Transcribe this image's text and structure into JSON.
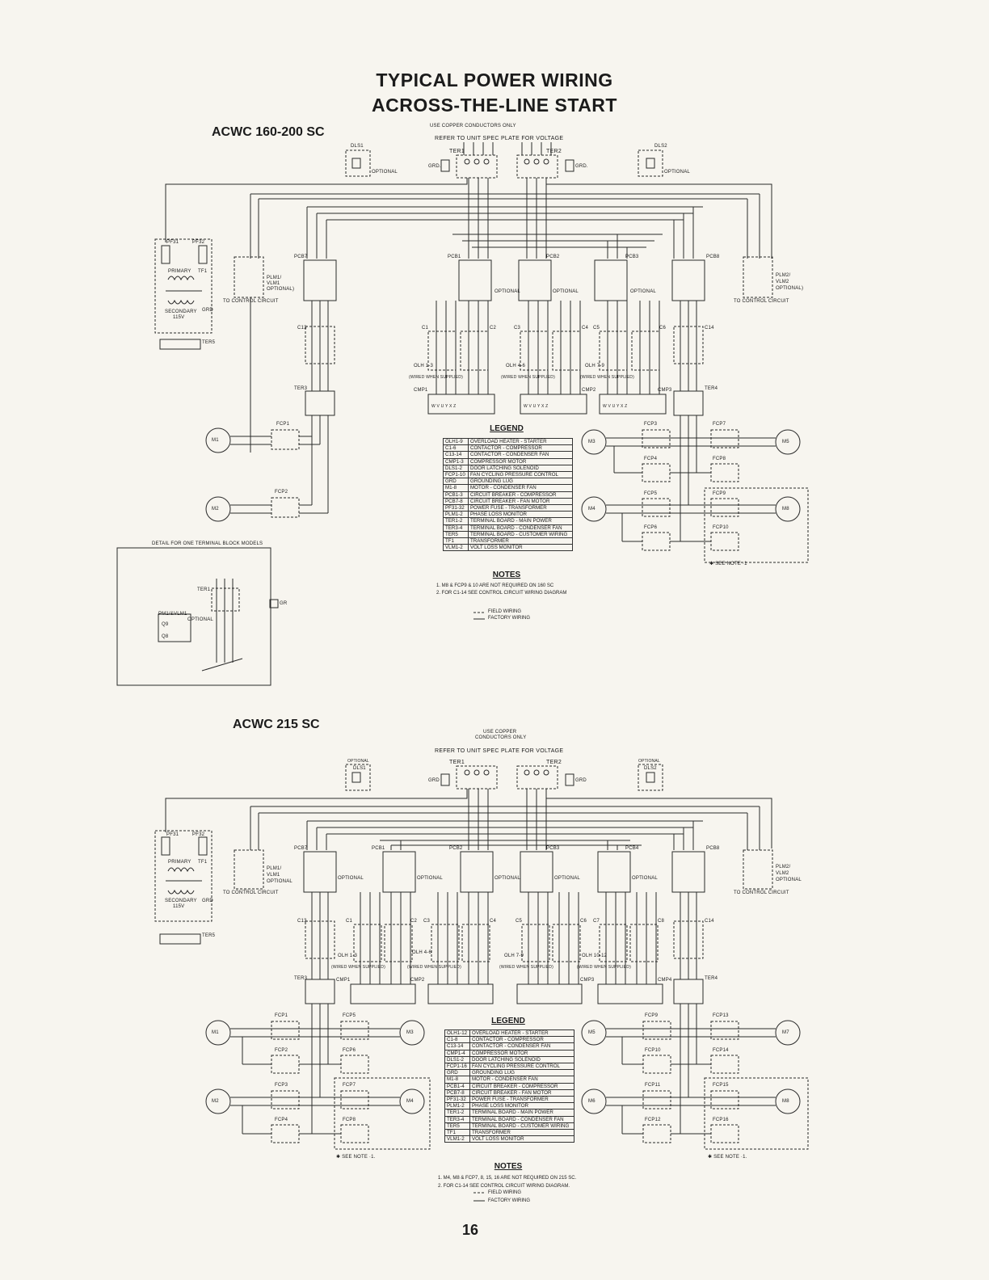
{
  "page": {
    "title_line1": "TYPICAL POWER WIRING",
    "title_line2": "ACROSS-THE-LINE START",
    "page_number": "16"
  },
  "diagram1": {
    "model": "ACWC 160-200 SC",
    "supply_note1": "USE COPPER CONDUCTORS ONLY",
    "supply_note2": "REFER TO UNIT SPEC PLATE FOR VOLTAGE",
    "labels": {
      "dls1": "DLS1",
      "dls2": "DLS2",
      "optional": "OPTIONAL",
      "ter1": "TER1",
      "ter2": "TER2",
      "grd": "GRD.",
      "pf31": "PF31",
      "pf32": "PF32",
      "primary": "PRIMARY",
      "tf1": "TF1",
      "secondary": "SECONDARY",
      "v115": "115V",
      "grd_tf": "GRD",
      "ter5": "TER5",
      "plm1": "PLM1/",
      "vlm1": "VLM1",
      "plm1_opt": "OPTIONAL)",
      "plm2": "PLM2/",
      "vlm2": "VLM2",
      "plm2_opt": "OPTIONAL)",
      "to_control_left": "TO CONTROL CIRCUIT",
      "to_control_right": "TO CONTROL CIRCUIT",
      "pcb7": "PCB7",
      "pcb1": "PCB1",
      "pcb2": "PCB2",
      "pcb3": "PCB3",
      "pcb8": "PCB8",
      "c13": "C13",
      "c1": "C1",
      "c2": "C2",
      "c3": "C3",
      "c4": "C4",
      "c5": "C5",
      "c6": "C6",
      "c14": "C14",
      "olh13": "OLH 1-3",
      "olh46": "OLH 4-6",
      "olh79": "OLH 7-9",
      "wired_when": "(WIRED WHEN SUPPLIED)",
      "cmp1": "CMP1",
      "cmp2": "CMP2",
      "cmp3": "CMP3",
      "ter3": "TER3",
      "ter4": "TER4",
      "fcp1": "FCP1",
      "fcp2": "FCP2",
      "fcp3": "FCP3",
      "fcp4": "FCP4",
      "fcp5": "FCP5",
      "fcp6": "FCP6",
      "fcp7": "FCP7",
      "fcp8": "FCP8",
      "fcp9": "FCP9",
      "fcp10": "FCP10",
      "m1": "M1",
      "m2": "M2",
      "m3": "M3",
      "m4": "M4",
      "m5": "M5",
      "m8": "M8",
      "see_note": "✱ SEE NOTE ·1",
      "detail_title": "DETAIL FOR ONE TERMINAL BLOCK MODELS",
      "detail_pm": "PM1/&VLM1",
      "detail_optional": "OPTIONAL",
      "detail_q9": "Q9",
      "detail_q8": "Q8",
      "detail_gr": "GR",
      "wvu": "W V U Y X Z"
    },
    "legend_title": "LEGEND",
    "legend": [
      [
        "OLH1-9",
        "OVERLOAD HEATER - STARTER"
      ],
      [
        "C1-6",
        "CONTACTOR - COMPRESSOR"
      ],
      [
        "C13-14",
        "CONTACTOR - CONDENSER FAN"
      ],
      [
        "CMP1-3",
        "COMPRESSOR MOTOR"
      ],
      [
        "DLS1-2",
        "DOOR LATCHING SOLENOID"
      ],
      [
        "FCP1-10",
        "FAN CYCLING PRESSURE CONTROL"
      ],
      [
        "GRD",
        "GROUNDING LUG"
      ],
      [
        "M1-8",
        "MOTOR - CONDENSER FAN"
      ],
      [
        "PCB1-3",
        "CIRCUIT BREAKER - COMPRESSOR"
      ],
      [
        "PCB7-8",
        "CIRCUIT BREAKER - FAN MOTOR"
      ],
      [
        "PF31-32",
        "POWER FUSE - TRANSFORMER"
      ],
      [
        "PLM1-2",
        "PHASE LOSS MONITOR"
      ],
      [
        "TER1-2",
        "TERMINAL BOARD - MAIN POWER"
      ],
      [
        "TER3-4",
        "TERMINAL BOARD - CONDENSER FAN"
      ],
      [
        "TER5",
        "TERMINAL BOARD - CUSTOMER WIRING"
      ],
      [
        "TF1",
        "TRANSFORMER"
      ],
      [
        "VLM1-2",
        "VOLT LOSS MONITOR"
      ]
    ],
    "notes_title": "NOTES",
    "notes": [
      "1. M8 & FCP9 & 10 ARE NOT REQUIRED ON 160 SC",
      "2. FOR C1-14 SEE CONTROL CIRCUIT WIRING DIAGRAM"
    ],
    "field_wiring": "FIELD WIRING",
    "factory_wiring": "FACTORY WIRING"
  },
  "diagram2": {
    "model": "ACWC 215 SC",
    "supply_note1": "USE COPPER",
    "supply_note1b": "CONDUCTORS ONLY",
    "supply_note2": "REFER TO UNIT SPEC PLATE FOR VOLTAGE",
    "labels": {
      "dls1": "DLS1",
      "dls2": "DLS2",
      "optional": "OPTIONAL",
      "ter1": "TER1",
      "ter2": "TER2",
      "grd": "GRD",
      "pf31": "PF31",
      "pf32": "PF32",
      "primary": "PRIMARY",
      "tf1": "TF1",
      "secondary": "SECONDARY",
      "v115": "115V",
      "grd_tf": "GRD",
      "ter5": "TER5",
      "plm1": "PLM1/",
      "vlm1": "VLM1",
      "plm1_opt": "OPTIONAL",
      "plm2": "PLM2/",
      "vlm2": "VLM2",
      "plm2_opt": "OPTIONAL",
      "to_control_left": "TO CONTROL CIRCUIT",
      "to_control_right": "TO CONTROL CIRCUIT",
      "pcb7": "PCB7",
      "pcb1": "PCB1",
      "pcb2": "PCB2",
      "pcb3": "PCB3",
      "pcb4": "PCB4",
      "pcb8": "PCB8",
      "c13": "C13",
      "c1": "C1",
      "c2": "C2",
      "c3": "C3",
      "c4": "C4",
      "c5": "C5",
      "c6": "C6",
      "c7": "C7",
      "c8": "C8",
      "c14": "C14",
      "olh13": "OLH 1-3",
      "olh46": "OLH 4-6",
      "olh79": "OLH 7-9",
      "olh1012": "OLH 10-12",
      "wired_when": "(WIRED WHEN SUPPLIED)",
      "cmp1": "CMP1",
      "cmp2": "CMP2",
      "cmp3": "CMP3",
      "cmp4": "CMP4",
      "ter3": "TER3",
      "ter4": "TER4",
      "fcp1": "FCP1",
      "fcp2": "FCP2",
      "fcp3": "FCP3",
      "fcp4": "FCP4",
      "fcp5": "FCP5",
      "fcp6": "FCP6",
      "fcp7": "FCP7",
      "fcp8": "FCP8",
      "fcp9": "FCP9",
      "fcp10": "FCP10",
      "fcp11": "FCP11",
      "fcp12": "FCP12",
      "fcp13": "FCP13",
      "fcp14": "FCP14",
      "fcp15": "FCP15",
      "fcp16": "FCP16",
      "m1": "M1",
      "m2": "M2",
      "m3": "M3",
      "m4": "M4",
      "m5": "M5",
      "m6": "M6",
      "m7": "M7",
      "m8": "M8",
      "see_note": "✱ SEE NOTE ·1."
    },
    "legend_title": "LEGEND",
    "legend": [
      [
        "OLH1-12",
        "OVERLOAD HEATER - STARTER"
      ],
      [
        "C1-8",
        "CONTACTOR - COMPRESSOR"
      ],
      [
        "C13-14",
        "CONTACTOR - CONDENSER FAN"
      ],
      [
        "CMP1-4",
        "COMPRESSOR MOTOR"
      ],
      [
        "DLS1-2",
        "DOOR LATCHING SOLENOID"
      ],
      [
        "FCP1-16",
        "FAN CYCLING PRESSURE CONTROL"
      ],
      [
        "GRD",
        "GROUNDING LUG"
      ],
      [
        "M1-8",
        "MOTOR - CONDENSER FAN"
      ],
      [
        "PCB1-4",
        "CIRCUIT BREAKER - COMPRESSOR"
      ],
      [
        "PCB7-8",
        "CIRCUIT BREAKER - FAN MOTOR"
      ],
      [
        "PF31-32",
        "POWER FUSE - TRANSFORMER"
      ],
      [
        "PLM1-2",
        "PHASE LOSS MONITOR"
      ],
      [
        "TER1-2",
        "TERMINAL BOARD - MAIN POWER"
      ],
      [
        "TER3-4",
        "TERMINAL BOARD - CONDENSER FAN"
      ],
      [
        "TER5",
        "TERMINAL BOARD - CUSTOMER WIRING"
      ],
      [
        "TF1",
        "TRANSFORMER"
      ],
      [
        "VLM1-2",
        "VOLT LOSS MONITOR"
      ]
    ],
    "notes_title": "NOTES",
    "notes": [
      "1. M4, M8 & FCP7, 8, 15, 16 ARE NOT REQUIRED ON 215 SC.",
      "2. FOR C1-14 SEE CONTROL CIRCUIT WIRING DIAGRAM."
    ],
    "field_wiring": "FIELD WIRING",
    "factory_wiring": "FACTORY WIRING"
  }
}
